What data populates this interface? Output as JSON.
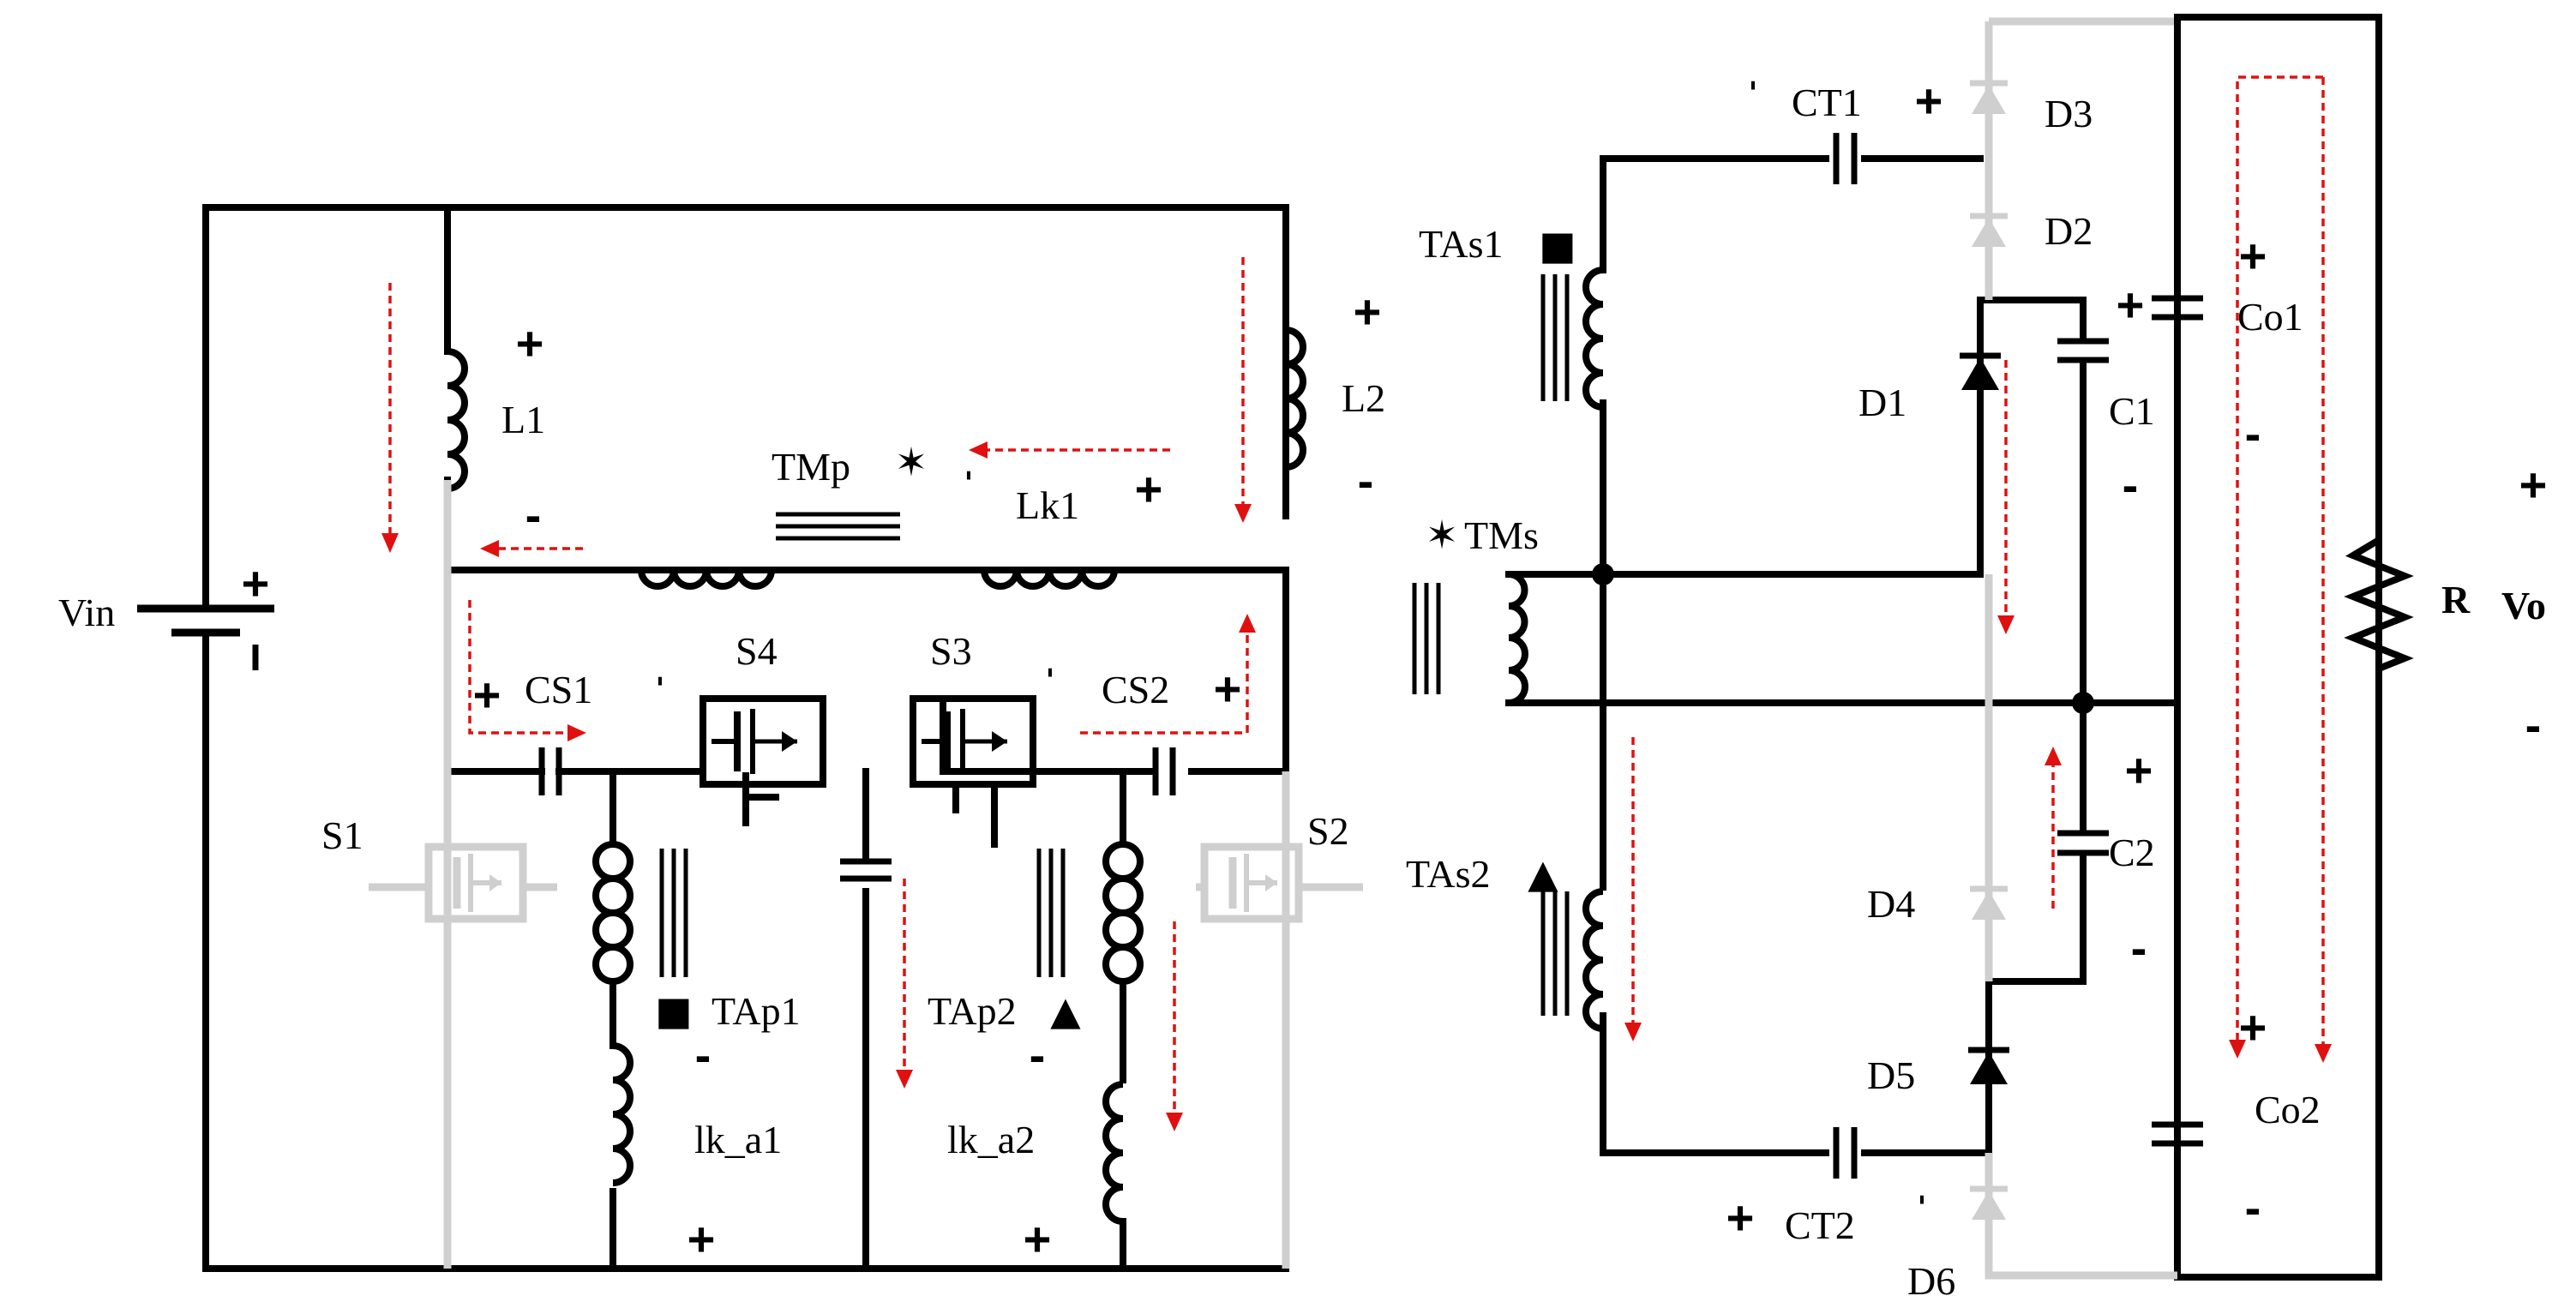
{
  "components": {
    "Vin": "Vin",
    "L1": "L1",
    "L2": "L2",
    "TMp": "TMp",
    "Lk1": "Lk1",
    "CS1": "CS1",
    "CS2": "CS2",
    "S1": "S1",
    "S2": "S2",
    "S3": "S3",
    "S4": "S4",
    "TAp1": "TAp1",
    "TAp2": "TAp2",
    "lk_a1": "lk_a1",
    "lk_a2": "lk_a2",
    "TAs1": "TAs1",
    "TAs2": "TAs2",
    "TMs": "TMs",
    "CT1": "CT1",
    "CT2": "CT2",
    "D1": "D1",
    "D2": "D2",
    "D3": "D3",
    "D4": "D4",
    "D5": "D5",
    "D6": "D6",
    "C1": "C1",
    "C2": "C2",
    "Co1": "Co1",
    "Co2": "Co2",
    "R": "R",
    "Vo": "Vo"
  },
  "signs": {
    "plus": "+",
    "minus": "-",
    "tick": "ˈ"
  },
  "markers": {
    "square": "■",
    "triangle": "▲",
    "star": "✶"
  },
  "colors": {
    "wire": "#000000",
    "inactive": "#cfcfcf",
    "current": "#e01010"
  }
}
